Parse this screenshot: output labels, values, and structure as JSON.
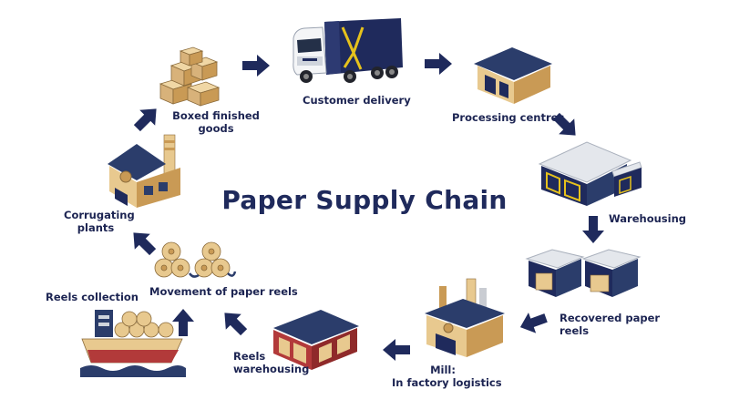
{
  "title": "Paper Supply Chain",
  "colors": {
    "navy": "#1f2a5c",
    "tan": "#e8c98f",
    "tan_dark": "#c99a55",
    "roof": "#2b3d6b",
    "red": "#b23a3a",
    "grey": "#cfd4dc"
  },
  "steps": {
    "customer_delivery": "Customer delivery",
    "processing_centres": "Processing centres",
    "warehousing": "Warehousing",
    "recovered_paper_reels_1": "Recovered paper",
    "recovered_paper_reels_2": "reels",
    "mill_1": "Mill:",
    "mill_2": "In factory logistics",
    "reels_warehousing_1": "Reels",
    "reels_warehousing_2": "warehousing",
    "movement_of_paper_reels": "Movement of paper reels",
    "reels_collection": "Reels collection",
    "corrugating_plants_1": "Corrugating",
    "corrugating_plants_2": "plants",
    "boxed_finished_goods_1": "Boxed finished",
    "boxed_finished_goods_2": "goods"
  },
  "icons": [
    "boxes-icon",
    "truck-icon",
    "warehouse-icon",
    "warehouse-icon",
    "storage-sheds-icon",
    "mill-icon",
    "red-warehouse-icon",
    "paper-reels-icon",
    "cargo-ship-icon",
    "factory-icon",
    "arrow-icon"
  ]
}
